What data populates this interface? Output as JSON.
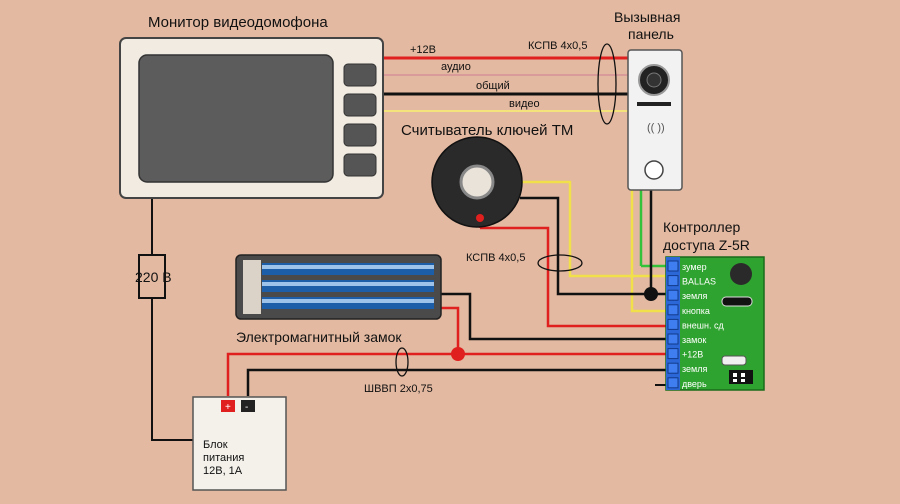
{
  "labels": {
    "monitor": "Монитор видеодомофона",
    "panel_line1": "Вызывная",
    "panel_line2": "панель",
    "reader": "Считыватель ключей ТМ",
    "controller_line1": "Контроллер",
    "controller_line2": "доступа Z-5R",
    "lock": "Электромагнитный замок",
    "power_line1": "Блок",
    "power_line2": "питания",
    "power_line3": "12В, 1А",
    "power_plus": "+",
    "power_minus": "-",
    "mains": "220 В"
  },
  "wires": {
    "plus12": "+12В",
    "audio": "аудио",
    "common": "общий",
    "video": "видео"
  },
  "cables": {
    "panel_cable": "КСПВ 4х0,5",
    "reader_cable": "КСПВ 4х0,5",
    "power_cable": "ШВВП 2х0,75"
  },
  "terminals": [
    "зумер",
    "BALLAS",
    "земля",
    "кнопка",
    "внешн. сд",
    "замок",
    "+12В",
    "земля",
    "дверь"
  ],
  "colors": {
    "background": "#e3b9a1",
    "wire_red": "#e0201e",
    "wire_black": "#111111",
    "wire_yellow": "#f2e04a",
    "wire_green": "#34c23a",
    "board_green": "#2fa32f",
    "terminal_blue": "#2b67d6"
  }
}
